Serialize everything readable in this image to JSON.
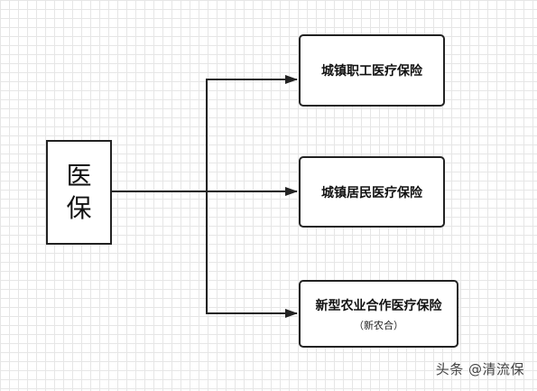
{
  "root": {
    "chars": [
      "医",
      "保"
    ]
  },
  "branches": [
    {
      "label": "城镇职工医疗保险",
      "sublabel": ""
    },
    {
      "label": "城镇居民医疗保险",
      "sublabel": ""
    },
    {
      "label": "新型农业合作医疗保险",
      "sublabel": "（新农合）"
    }
  ],
  "watermark": "头条 @清流保",
  "colors": {
    "line": "#222222",
    "grid": "#e6e6e6"
  }
}
